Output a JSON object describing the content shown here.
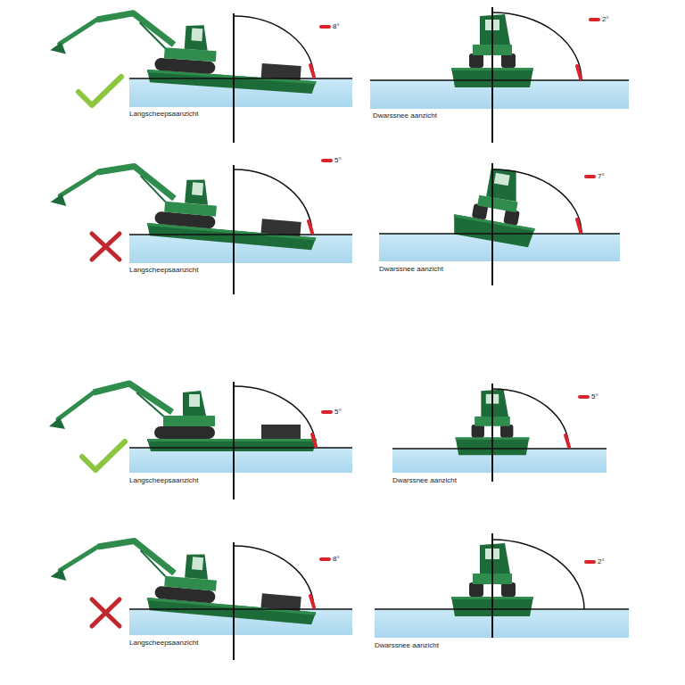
{
  "diagram": {
    "labels": [
      "8°",
      "Langscheepsaanzicht",
      "2°",
      "Dwarssnee aanzicht",
      "5°",
      "Langscheepsaanzicht",
      "7°",
      "Dwarssnee aanzicht",
      "5°",
      "Langscheepsaanzicht",
      "5°",
      "Dwarssnee aanzicht",
      "8°",
      "Langscheepsaanzicht",
      "2°",
      "Dwarssnee aanzicht"
    ]
  }
}
